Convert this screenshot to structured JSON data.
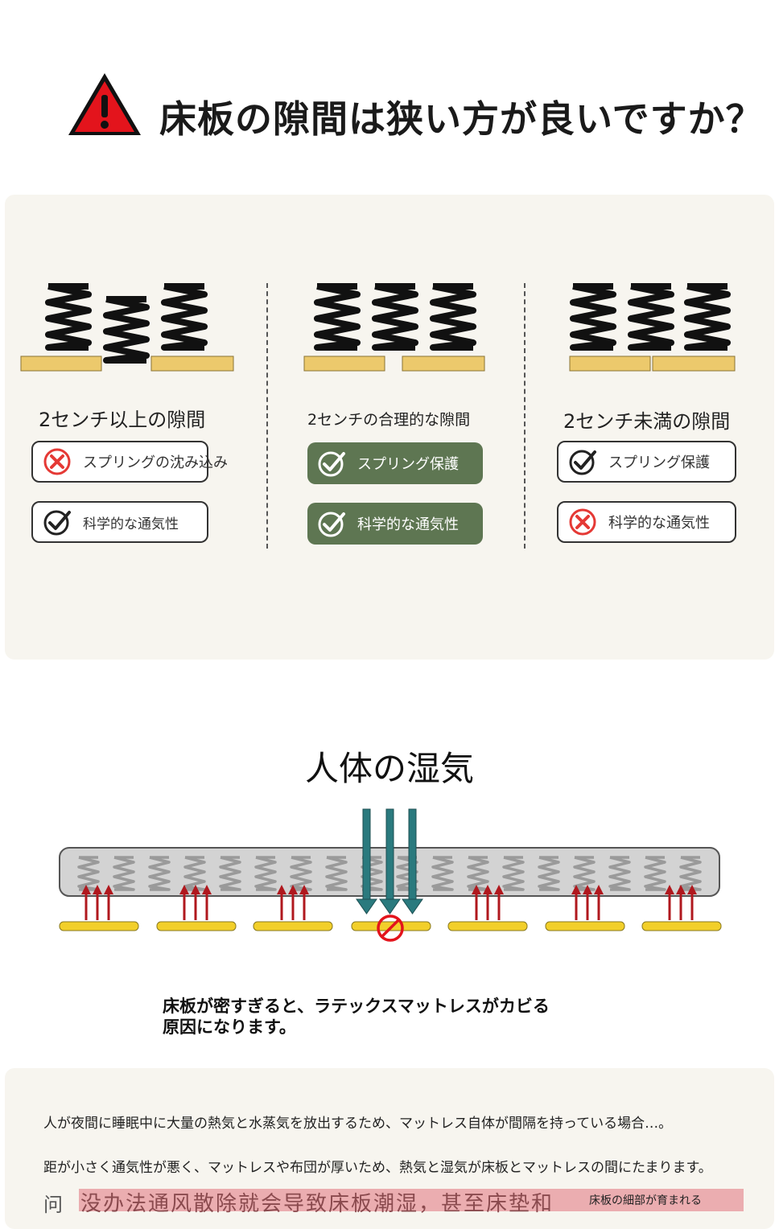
{
  "header": {
    "title": "床板の隙間は狭い方が良いですか？",
    "warning_icon": "warning-triangle-icon",
    "warning_color": "#e3141c"
  },
  "comparison": {
    "columns": [
      {
        "label": "2センチ以上の隙間",
        "items": [
          {
            "text": "スプリングの沈み込み",
            "status": "cross",
            "style": "outline"
          },
          {
            "text": "科学的な通気性",
            "status": "check",
            "style": "outline"
          }
        ]
      },
      {
        "label": "2センチの合理的な隙間",
        "items": [
          {
            "text": "スプリング保護",
            "status": "check",
            "style": "green"
          },
          {
            "text": "科学的な通気性",
            "status": "check",
            "style": "green"
          }
        ]
      },
      {
        "label": "2センチ未満の隙間",
        "items": [
          {
            "text": "スプリング保護",
            "status": "check",
            "style": "outline"
          },
          {
            "text": "科学的な通気性",
            "status": "cross",
            "style": "outline"
          }
        ]
      }
    ],
    "colors": {
      "green": "#5e7652",
      "cross": "#e53935",
      "board": "#ecc96c",
      "panel": "#f7f5ef"
    }
  },
  "moisture": {
    "title": "人体の湿気",
    "caption": "床板が密すぎると、ラテックスマットレスがカビる\n原因になります。",
    "colors": {
      "down_arrow": "#2a7a7e",
      "up_arrow": "#b0181e",
      "slat": "#f2cf2a"
    }
  },
  "explanation": {
    "line1": "人が夜間に睡眠中に大量の熱気と水蒸気を放出するため、マットレス自体が間隔を持っている場合…。",
    "line2": "距が小さく通気性が悪く、マットレスや布団が厚いため、熱気と湿気が床板とマットレスの間にたまります。",
    "partial_start": "问",
    "partial_highlight": "没办法通风散除就会导致床板潮湿，甚至床垫和",
    "badge": "床板の細部が育まれる"
  }
}
